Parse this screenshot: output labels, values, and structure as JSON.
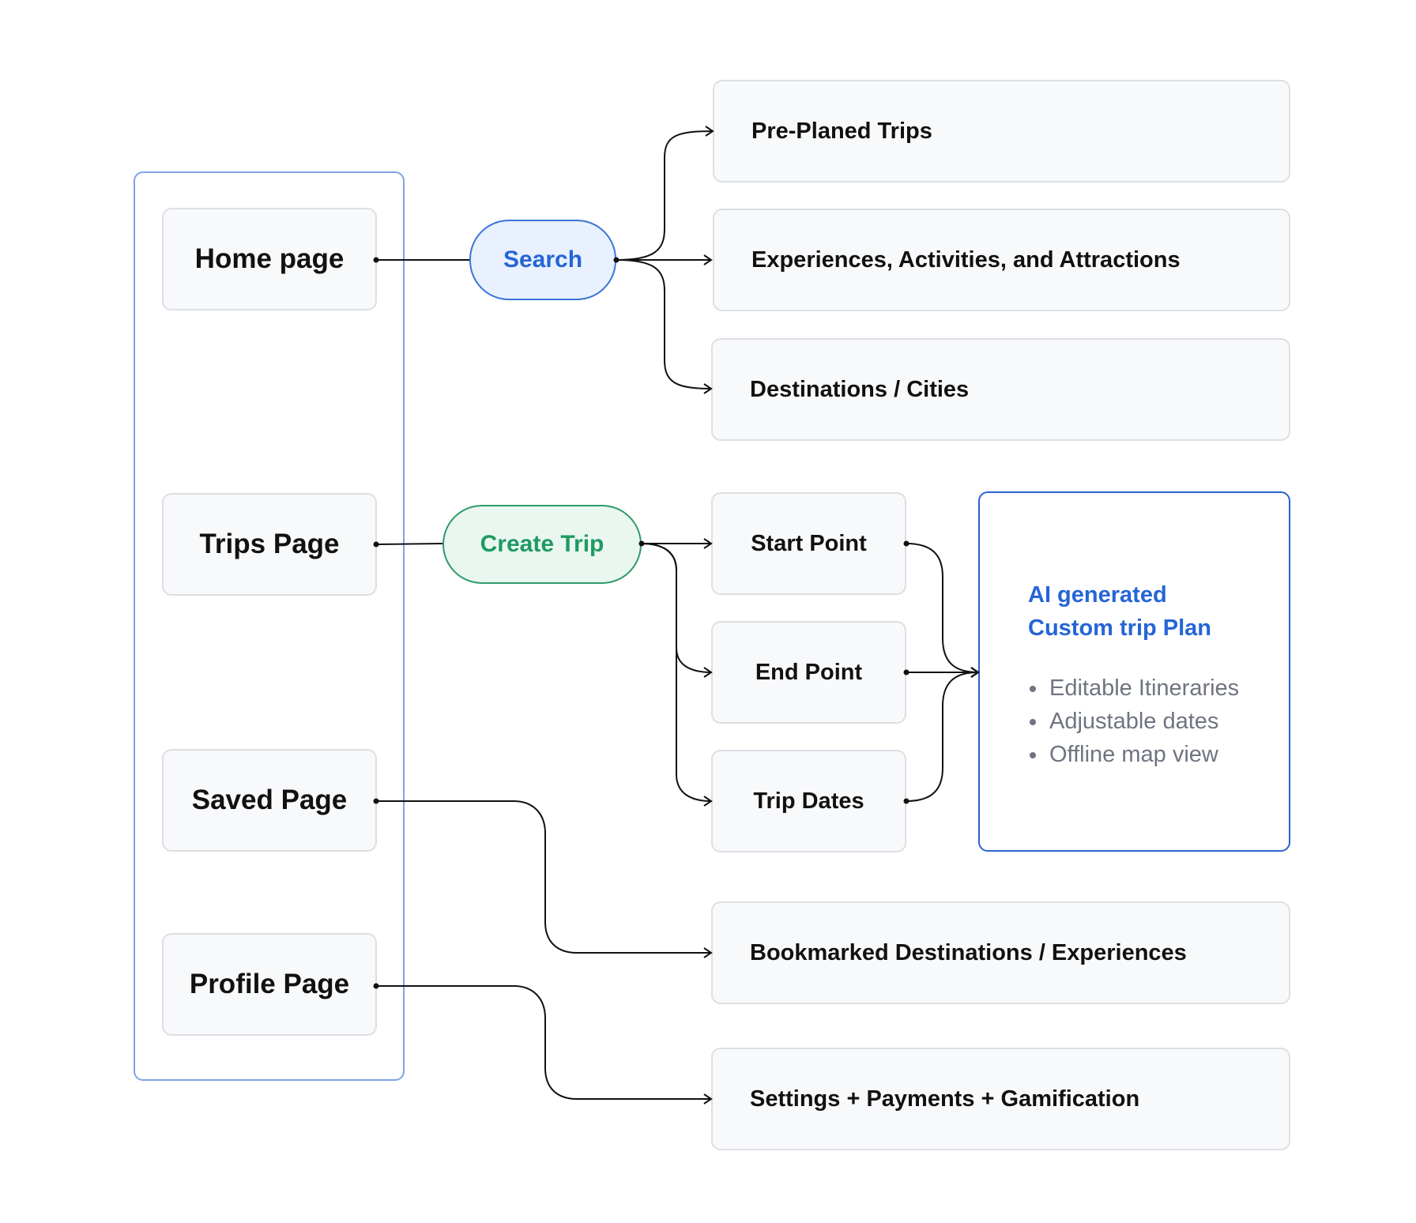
{
  "pages": {
    "home": "Home page",
    "trips": "Trips Page",
    "saved": "Saved Page",
    "profile": "Profile Page"
  },
  "actions": {
    "search": "Search",
    "create_trip": "Create Trip"
  },
  "search_results": {
    "pre_planned": "Pre-Planed Trips",
    "experiences": "Experiences, Activities, and Attractions",
    "destinations": "Destinations / Cities"
  },
  "trip_inputs": {
    "start": "Start Point",
    "end": "End Point",
    "dates": "Trip Dates"
  },
  "ai_plan": {
    "title_line1": "AI generated",
    "title_line2": "Custom trip Plan",
    "features": [
      "Editable Itineraries",
      "Adjustable dates",
      "Offline map view"
    ]
  },
  "saved_content": "Bookmarked Destinations / Experiences",
  "profile_content": "Settings + Payments + Gamification",
  "colors": {
    "search_accent": "#2565d6",
    "search_fill": "#e9f1fe",
    "create_accent": "#1f9a62",
    "create_fill": "#eaf7f1",
    "nav_group_border": "#7ea3e6",
    "plan_border": "#2a62cf",
    "node_fill": "#f8f9fb",
    "node_border": "#dcdfe4"
  }
}
